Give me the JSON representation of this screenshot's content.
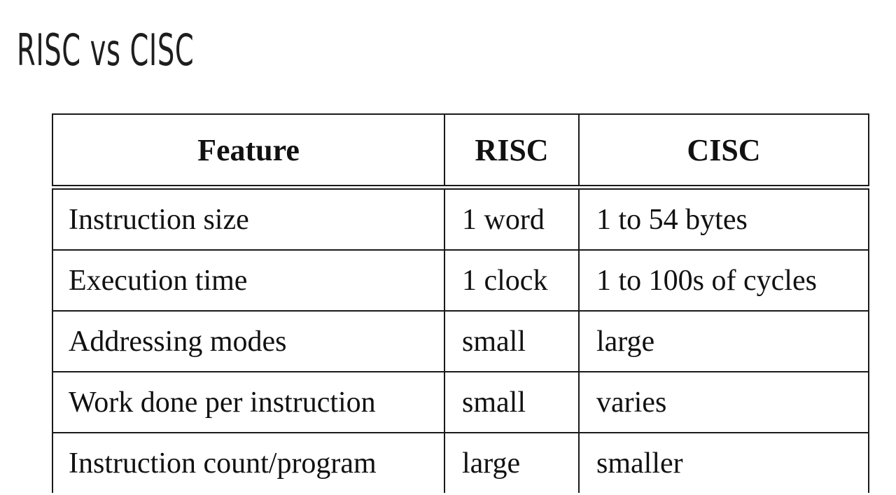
{
  "slide": {
    "title": "RISC vs CISC"
  },
  "table": {
    "headers": [
      "Feature",
      "RISC",
      "CISC"
    ],
    "rows": [
      [
        "Instruction size",
        "1 word",
        "1 to 54 bytes"
      ],
      [
        "Execution time",
        "1 clock",
        "1 to 100s of cycles"
      ],
      [
        "Addressing modes",
        "small",
        "large"
      ],
      [
        "Work done per instruction",
        "small",
        "varies"
      ],
      [
        "Instruction count/program",
        "large",
        "smaller"
      ]
    ]
  }
}
